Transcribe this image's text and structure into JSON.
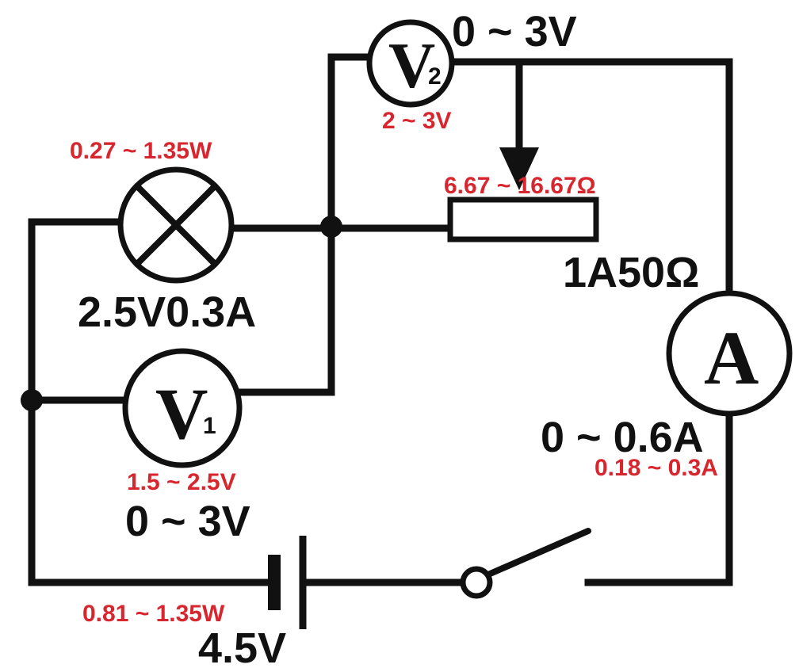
{
  "voltmeter2": {
    "letter": "V",
    "sub": "2",
    "range": "0 ~ 3V",
    "reading": "2 ~ 3V"
  },
  "voltmeter1": {
    "letter": "V",
    "sub": "1",
    "range": "0 ~ 3V",
    "reading": "1.5 ~ 2.5V"
  },
  "ammeter": {
    "letter": "A",
    "range": "0 ~ 0.6A",
    "reading": "0.18 ~ 0.3A"
  },
  "lamp": {
    "rating": "2.5V0.3A",
    "power": "0.27 ~ 1.35W"
  },
  "rheostat": {
    "rating": "1A50Ω",
    "range": "6.67 ~ 16.67Ω"
  },
  "battery": {
    "voltage": "4.5V",
    "power": "0.81 ~ 1.35W"
  },
  "colors": {
    "wire": "#111111",
    "annotation": "#d8262e"
  }
}
